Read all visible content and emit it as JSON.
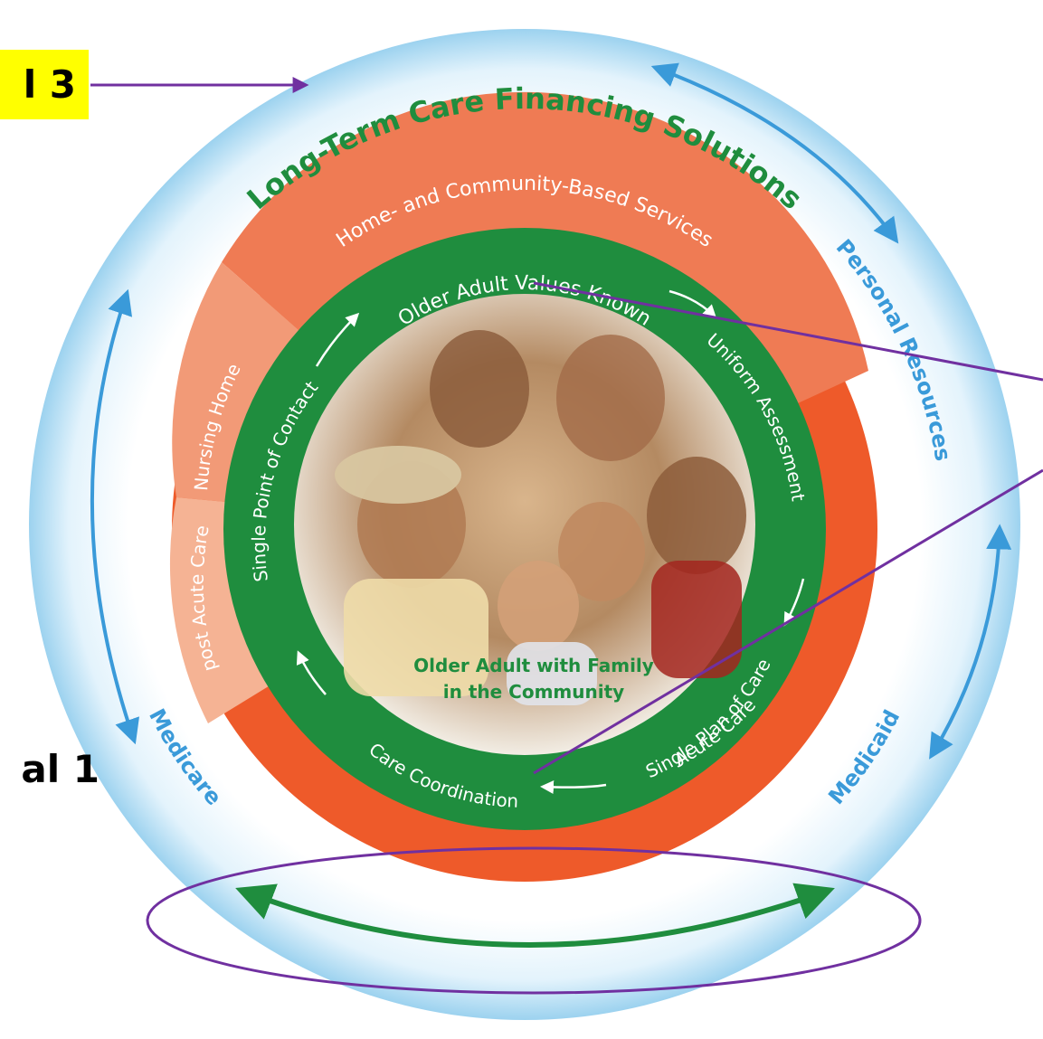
{
  "callouts": {
    "goal_top": "l 3",
    "goal_bottom": "al 1"
  },
  "outer_ring": {
    "top_label": "Long-Term Care Financing Solutions",
    "right_label": "Personal Resources",
    "bottom_left_label": "Medicare",
    "bottom_right_label": "Medicaid"
  },
  "service_ring": {
    "top_label": "Home- and Community-Based Services",
    "left_upper_label": "Nursing Home",
    "left_lower_label": "post Acute Care",
    "bottom_right_label": "Acute Care"
  },
  "green_ring": {
    "top_label": "Older Adult Values Known",
    "right_upper_label": "Uniform Assessment",
    "right_lower_label": "Single Plan of Care",
    "bottom_label": "Care Coordination",
    "left_label": "Single Point of Contact"
  },
  "center": {
    "caption_line1": "Older Adult with Family",
    "caption_line2": "in the Community"
  },
  "colors": {
    "outer_ring_light": "#dff1fb",
    "outer_ring_edge": "#9ed3f0",
    "arrow_blue": "#3a9ad9",
    "coral_light": "#f09a76",
    "coral": "#ef7b54",
    "orange_red": "#ee5a2a",
    "green": "#1f8d3e",
    "purple": "#7030a0",
    "highlight_yellow": "#ffff00"
  }
}
